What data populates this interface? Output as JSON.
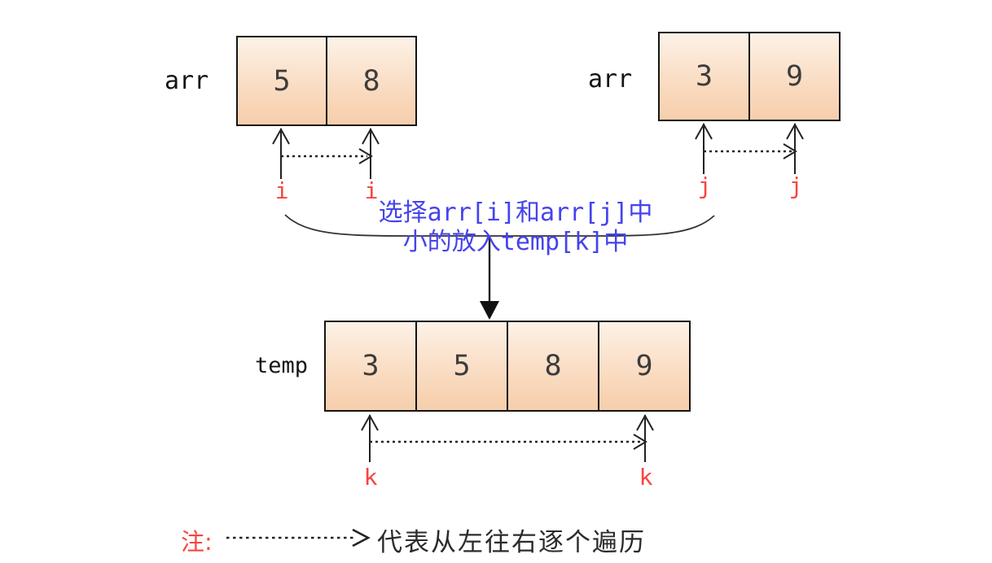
{
  "title_semantic": "merge-sort merge step diagram",
  "colors": {
    "background": "#ffffff",
    "cell_gradient_top": "#fdf2e7",
    "cell_gradient_bottom": "#f6cfac",
    "cell_border": "#141414",
    "pointer_red": "#f84440",
    "annotation_blue": "#4543ec",
    "arrow_black": "#222222",
    "note_text_color": "#2b2b2b"
  },
  "left_array": {
    "label": "arr",
    "cells": [
      "5",
      "8"
    ],
    "pointers": [
      "i",
      "i"
    ]
  },
  "right_array": {
    "label": "arr",
    "cells": [
      "3",
      "9"
    ],
    "pointers": [
      "j",
      "j"
    ]
  },
  "temp_array": {
    "label": "temp",
    "cells": [
      "3",
      "5",
      "8",
      "9"
    ],
    "pointers": [
      "k",
      "k"
    ]
  },
  "annotation": {
    "line1": "选择arr[i]和arr[j]中",
    "line2": "小的放入temp[k]中"
  },
  "note": {
    "prefix": "注:",
    "text": "代表从左往右逐个遍历"
  }
}
